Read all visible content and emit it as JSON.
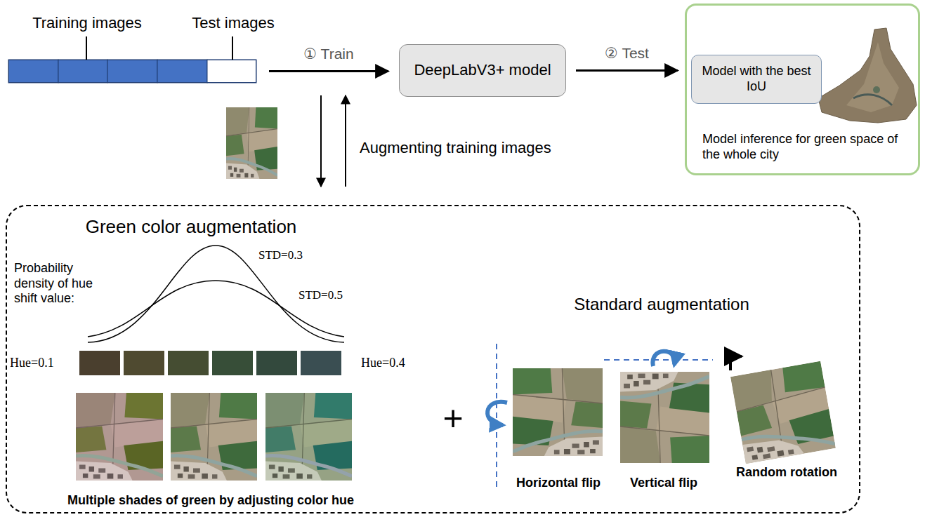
{
  "diagram": {
    "nodes": [
      {
        "text": [
          "Training images",
          "Test images"
        ]
      },
      {
        "text": [
          "DeepLabV3+ model"
        ]
      },
      {
        "text": [
          "Model inference for green space of the whole city"
        ]
      },
      {
        "text": [
          "Model with the best IoU"
        ],
        "in": 2
      },
      {
        "text": [
          "Green color augmentation",
          "Standard augmentation"
        ]
      }
    ],
    "edges": [
      {
        "from": 0,
        "to": 1,
        "label": "① Train",
        "arrow": "to"
      },
      {
        "from": 1,
        "to": 2,
        "label": "② Test",
        "arrow": "to"
      }
    ],
    "labels": [
      "Augmenting training images",
      "Probability density of hue shift value:",
      "STD=0.3",
      "STD=0.5",
      "Hue=0.1",
      "Hue=0.4",
      "Multiple shades of green by adjusting color hue",
      "+",
      "Horizontal flip",
      "Vertical flip",
      "Random rotation"
    ]
  }
}
